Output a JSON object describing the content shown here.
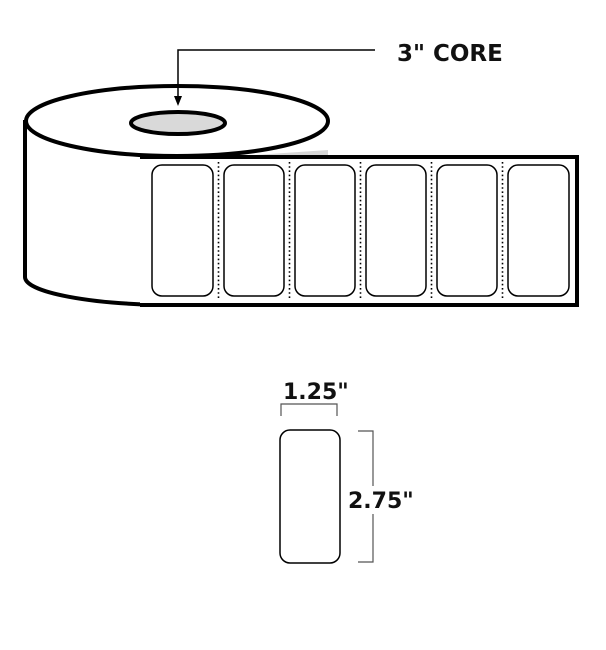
{
  "diagram": {
    "core_label": "3\" CORE",
    "width_label": "1.25\"",
    "height_label": "2.75\""
  },
  "roll": {
    "label_count": 6
  },
  "colors": {
    "stroke": "#000000",
    "fill": "#ffffff",
    "roll_shadow": "#d6d6d6",
    "core_fill": "#d9d9d9",
    "dim_line": "#555555"
  }
}
